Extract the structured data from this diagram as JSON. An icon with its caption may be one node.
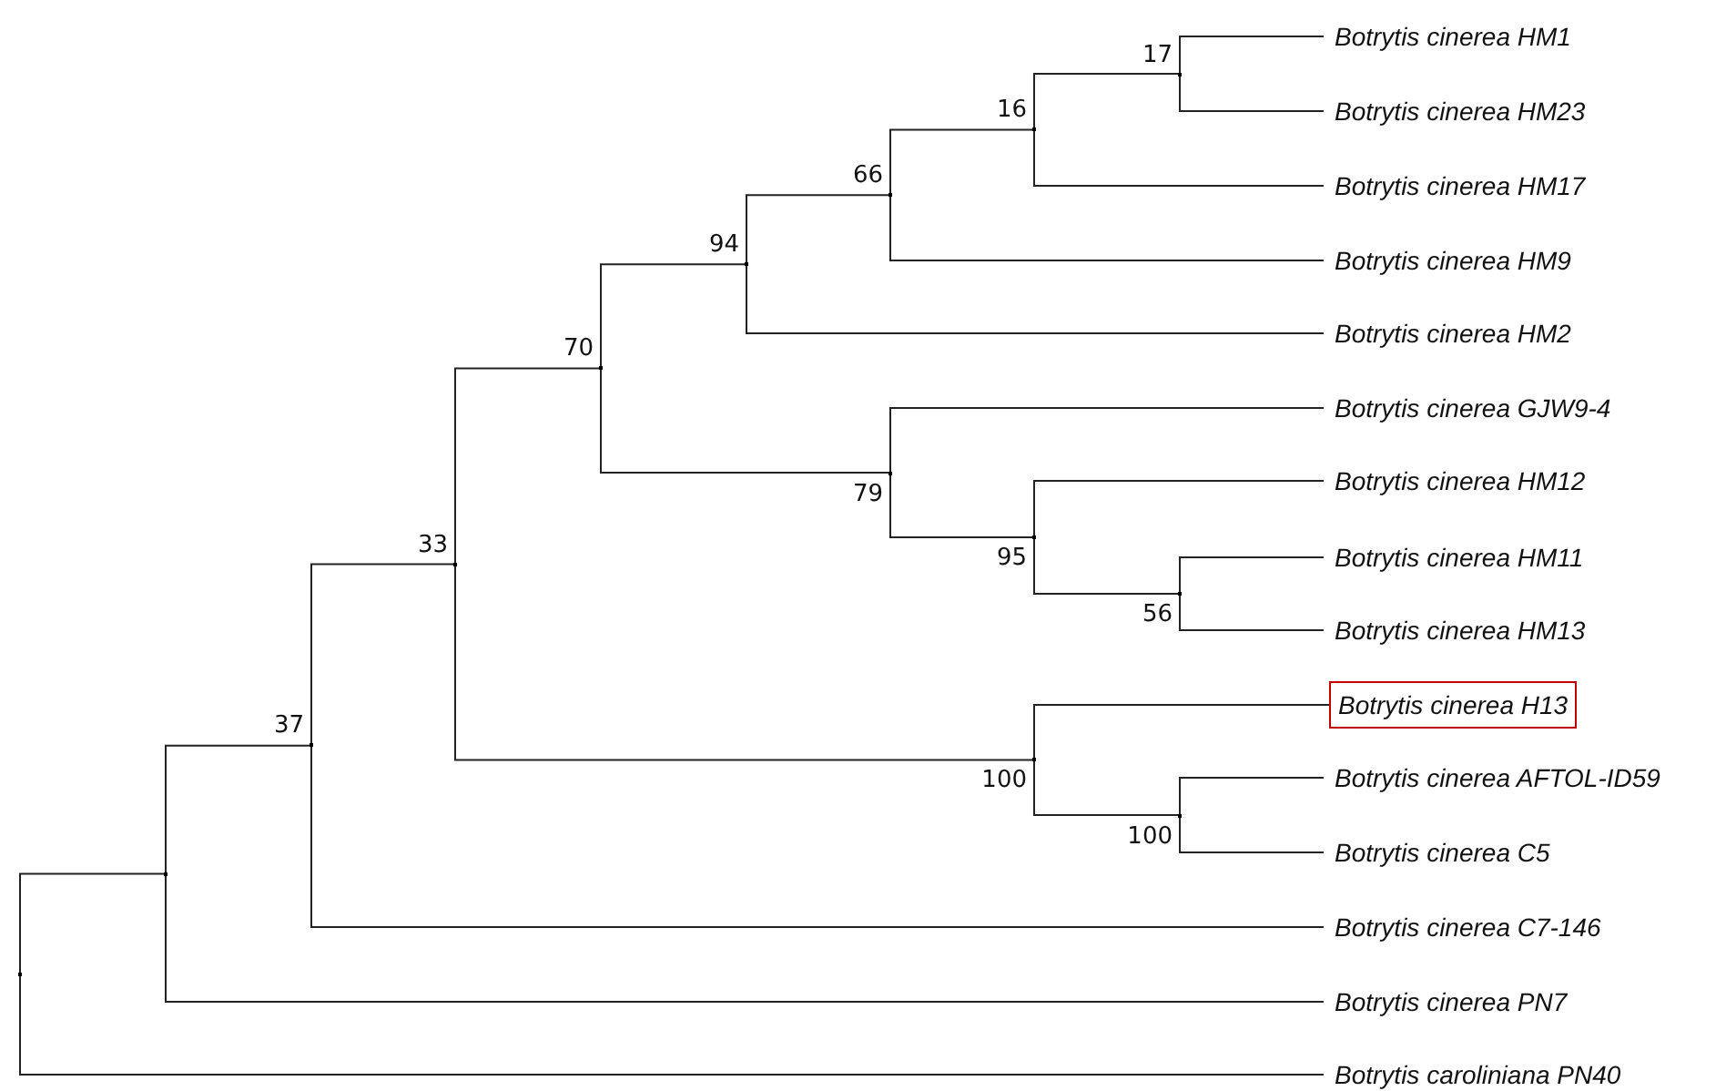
{
  "diagram": {
    "nodes": [
      {
        "text": [
          "Botrytis cinerea HM1"
        ]
      },
      {
        "text": [
          "Botrytis cinerea HM23"
        ]
      },
      {
        "text": [
          "Botrytis cinerea HM17"
        ]
      },
      {
        "text": [
          "Botrytis cinerea HM9"
        ]
      },
      {
        "text": [
          "Botrytis cinerea HM2"
        ]
      },
      {
        "text": [
          "Botrytis cinerea GJW9-4"
        ]
      },
      {
        "text": [
          "Botrytis cinerea HM12"
        ]
      },
      {
        "text": [
          "Botrytis cinerea HM11"
        ]
      },
      {
        "text": [
          "Botrytis cinerea HM13"
        ]
      },
      {
        "text": [
          "Botrytis cinerea H13"
        ]
      },
      {
        "text": [
          "Botrytis cinerea AFTOL-ID59"
        ]
      },
      {
        "text": [
          "Botrytis cinerea C5"
        ]
      },
      {
        "text": [
          "Botrytis cinerea C7-146"
        ]
      },
      {
        "text": [
          "Botrytis cinerea PN7"
        ]
      },
      {
        "text": [
          "Botrytis caroliniana PN40"
        ]
      },
      {
        "text": [],
        "shape": "point"
      },
      {
        "text": [],
        "shape": "point"
      },
      {
        "text": [],
        "shape": "point",
        "beside": [
          "37"
        ]
      },
      {
        "text": [],
        "shape": "point",
        "beside": [
          "33"
        ]
      },
      {
        "text": [],
        "shape": "point",
        "beside": [
          "70"
        ]
      },
      {
        "text": [],
        "shape": "point",
        "beside": [
          "94"
        ]
      },
      {
        "text": [],
        "shape": "point",
        "beside": [
          "66"
        ]
      },
      {
        "text": [],
        "shape": "point",
        "beside": [
          "16"
        ]
      },
      {
        "text": [],
        "shape": "point",
        "beside": [
          "17"
        ]
      },
      {
        "text": [],
        "shape": "point",
        "beside": [
          "79"
        ]
      },
      {
        "text": [],
        "shape": "point",
        "beside": [
          "95"
        ]
      },
      {
        "text": [],
        "shape": "point",
        "beside": [
          "56"
        ]
      },
      {
        "text": [],
        "shape": "point",
        "beside": [
          "100"
        ]
      },
      {
        "text": [],
        "shape": "point",
        "beside": [
          "100"
        ]
      }
    ],
    "edges": [
      {
        "from": 15,
        "to": 16,
        "arrow": "none"
      },
      {
        "from": 15,
        "to": 14,
        "arrow": "none"
      },
      {
        "from": 16,
        "to": 17,
        "arrow": "none"
      },
      {
        "from": 16,
        "to": 13,
        "arrow": "none"
      },
      {
        "from": 17,
        "to": 18,
        "arrow": "none"
      },
      {
        "from": 17,
        "to": 12,
        "arrow": "none"
      },
      {
        "from": 18,
        "to": 19,
        "arrow": "none"
      },
      {
        "from": 18,
        "to": 27,
        "arrow": "none"
      },
      {
        "from": 19,
        "to": 20,
        "arrow": "none"
      },
      {
        "from": 19,
        "to": 24,
        "arrow": "none"
      },
      {
        "from": 20,
        "to": 21,
        "arrow": "none"
      },
      {
        "from": 20,
        "to": 4,
        "arrow": "none"
      },
      {
        "from": 21,
        "to": 22,
        "arrow": "none"
      },
      {
        "from": 21,
        "to": 3,
        "arrow": "none"
      },
      {
        "from": 22,
        "to": 23,
        "arrow": "none"
      },
      {
        "from": 22,
        "to": 2,
        "arrow": "none"
      },
      {
        "from": 23,
        "to": 0,
        "arrow": "none"
      },
      {
        "from": 23,
        "to": 1,
        "arrow": "none"
      },
      {
        "from": 24,
        "to": 5,
        "arrow": "none"
      },
      {
        "from": 24,
        "to": 25,
        "arrow": "none"
      },
      {
        "from": 25,
        "to": 6,
        "arrow": "none"
      },
      {
        "from": 25,
        "to": 26,
        "arrow": "none"
      },
      {
        "from": 26,
        "to": 7,
        "arrow": "none"
      },
      {
        "from": 26,
        "to": 8,
        "arrow": "none"
      },
      {
        "from": 27,
        "to": 9,
        "arrow": "none"
      },
      {
        "from": 27,
        "to": 28,
        "arrow": "none"
      },
      {
        "from": 28,
        "to": 10,
        "arrow": "none"
      },
      {
        "from": 28,
        "to": 11,
        "arrow": "none"
      }
    ]
  }
}
